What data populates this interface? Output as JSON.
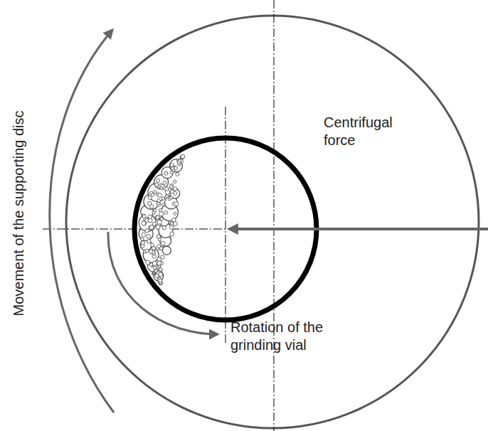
{
  "diagram": {
    "labels": [
      "Movement of the supporting disc",
      "Centrifugal force",
      "Rotation of the grinding vial"
    ]
  }
}
